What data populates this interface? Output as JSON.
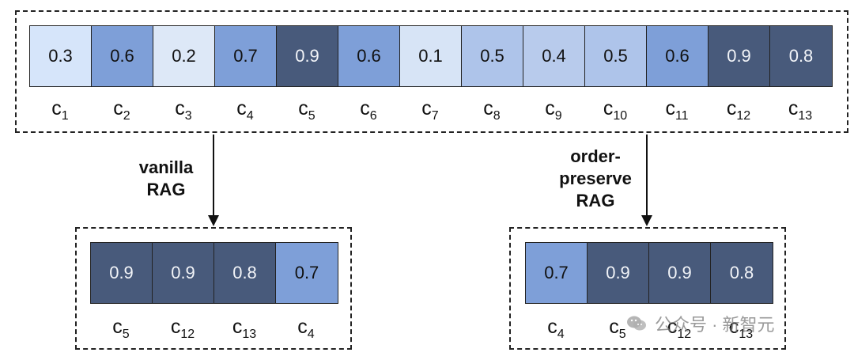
{
  "top": {
    "chunks": [
      {
        "value": "0.3",
        "label": "c",
        "sub": "1",
        "shade": "v03"
      },
      {
        "value": "0.6",
        "label": "c",
        "sub": "2",
        "shade": "v06"
      },
      {
        "value": "0.2",
        "label": "c",
        "sub": "3",
        "shade": "v02"
      },
      {
        "value": "0.7",
        "label": "c",
        "sub": "4",
        "shade": "v07"
      },
      {
        "value": "0.9",
        "label": "c",
        "sub": "5",
        "shade": "dark"
      },
      {
        "value": "0.6",
        "label": "c",
        "sub": "6",
        "shade": "v06"
      },
      {
        "value": "0.1",
        "label": "c",
        "sub": "7",
        "shade": "v01"
      },
      {
        "value": "0.5",
        "label": "c",
        "sub": "8",
        "shade": "v05"
      },
      {
        "value": "0.4",
        "label": "c",
        "sub": "9",
        "shade": "v04"
      },
      {
        "value": "0.5",
        "label": "c",
        "sub": "10",
        "shade": "v05"
      },
      {
        "value": "0.6",
        "label": "c",
        "sub": "11",
        "shade": "v06"
      },
      {
        "value": "0.9",
        "label": "c",
        "sub": "12",
        "shade": "dark"
      },
      {
        "value": "0.8",
        "label": "c",
        "sub": "13",
        "shade": "dark"
      }
    ]
  },
  "vanilla": {
    "caption_line1": "vanilla",
    "caption_line2": "RAG",
    "chunks": [
      {
        "value": "0.9",
        "label": "c",
        "sub": "5",
        "shade": "dark"
      },
      {
        "value": "0.9",
        "label": "c",
        "sub": "12",
        "shade": "dark"
      },
      {
        "value": "0.8",
        "label": "c",
        "sub": "13",
        "shade": "dark"
      },
      {
        "value": "0.7",
        "label": "c",
        "sub": "4",
        "shade": "v07"
      }
    ]
  },
  "order_preserve": {
    "caption_line1": "order-",
    "caption_line2": "preserve",
    "caption_line3": "RAG",
    "chunks": [
      {
        "value": "0.7",
        "label": "c",
        "sub": "4",
        "shade": "v07"
      },
      {
        "value": "0.9",
        "label": "c",
        "sub": "5",
        "shade": "dark"
      },
      {
        "value": "0.9",
        "label": "c",
        "sub": "12",
        "shade": "dark"
      },
      {
        "value": "0.8",
        "label": "c",
        "sub": "13",
        "shade": "dark"
      }
    ]
  },
  "watermark": {
    "text": "公众号 · 新智元",
    "icon": "wechat-icon"
  }
}
